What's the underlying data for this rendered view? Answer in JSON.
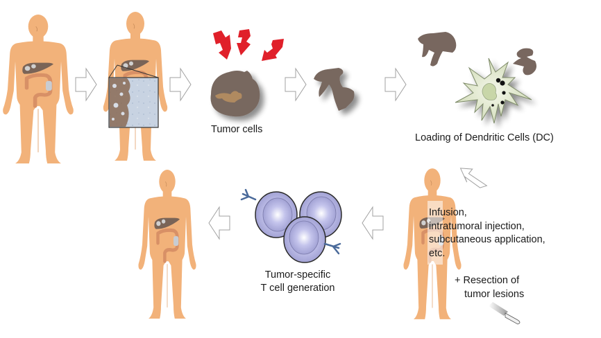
{
  "title": "Dendritic cell vaccination workflow",
  "colors": {
    "skin": "#f2b27a",
    "skin_shade": "#e9a46a",
    "liver": "#7a6457",
    "colon": "#d89066",
    "tumor_brown": "#78675f",
    "tumor_core": "#b08a60",
    "red_arrow": "#e0202a",
    "dc_cell": "#dbe4c6",
    "dc_outline": "#7d8a68",
    "t_cell": "#a8a8d8",
    "t_cell_outline": "#2a2a2a",
    "receptor": "#4a6a9a",
    "flow_arrow": "#a0a0a0",
    "biopsy_tissue": "#c6d2e0"
  },
  "steps": [
    {
      "id": "patient-initial",
      "label": ""
    },
    {
      "id": "biopsy",
      "label": ""
    },
    {
      "id": "tumor-cells",
      "label": "Tumor cells"
    },
    {
      "id": "tumor-lysate",
      "label": ""
    },
    {
      "id": "dc-loading",
      "label": "Loading of Dendritic Cells (DC)"
    },
    {
      "id": "administration",
      "label_lines": [
        "Infusion,",
        "intratumoral injection,",
        "subcutaneous application,",
        "etc."
      ]
    },
    {
      "id": "resection",
      "label_lines": [
        "+ Resection of",
        "tumor lesions"
      ]
    },
    {
      "id": "t-cell-generation",
      "label_lines": [
        "Tumor-specific",
        "T cell generation"
      ]
    },
    {
      "id": "patient-final",
      "label": ""
    }
  ],
  "labels": {
    "tumor_cells": "Tumor cells",
    "dc_loading": "Loading of Dendritic Cells (DC)",
    "admin_1": "Infusion,",
    "admin_2": "intratumoral injection,",
    "admin_3": "subcutaneous application,",
    "admin_4": "etc.",
    "resection_1": "+ Resection of",
    "resection_2": "tumor lesions",
    "tcell_1": "Tumor-specific",
    "tcell_2": "T cell generation"
  }
}
